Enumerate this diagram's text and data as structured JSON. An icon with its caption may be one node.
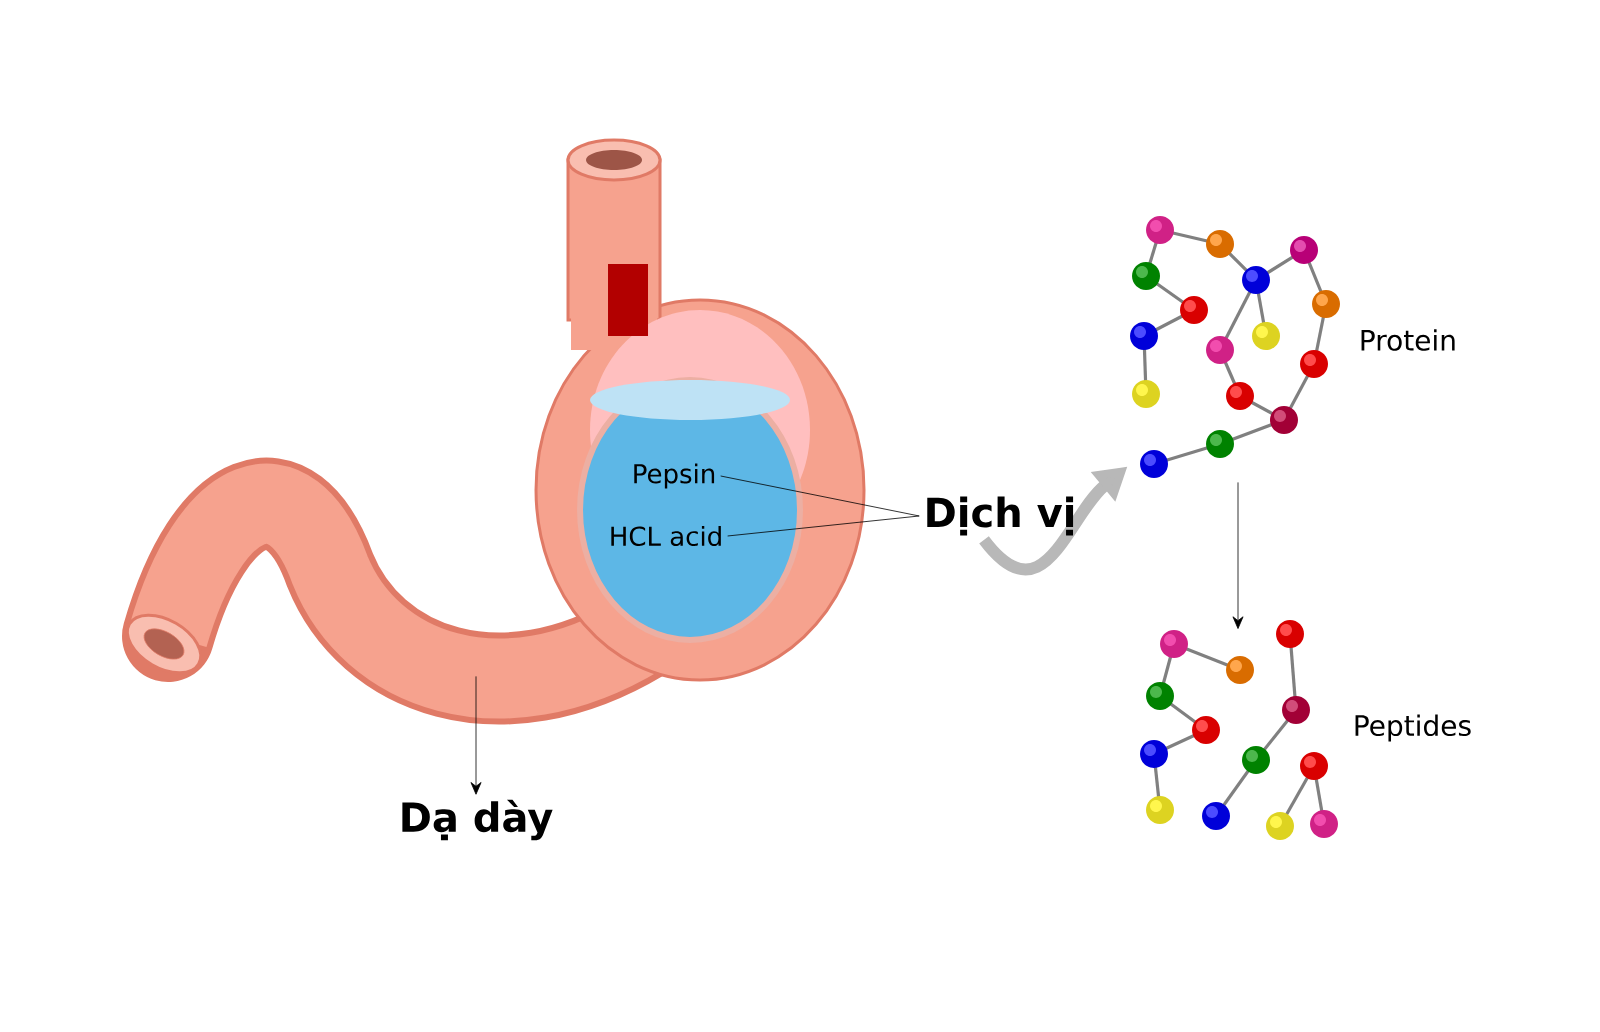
{
  "diagram": {
    "nodes": [
      {
        "text": [],
        "shape": "picture"
      },
      {
        "text": [
          "Dạ dày"
        ]
      },
      {
        "text": [
          "Pepsin"
        ],
        "in": 0
      },
      {
        "text": [
          "HCL acid"
        ],
        "in": 0
      },
      {
        "text": [
          "Dịch vị"
        ]
      },
      {
        "text": [],
        "shape": "picture",
        "beside": [
          "Protein"
        ]
      },
      {
        "text": [],
        "shape": "picture",
        "beside": [
          "Peptides"
        ]
      }
    ],
    "edges": [
      {
        "from": 0,
        "to": 1,
        "arrow": "to"
      },
      {
        "from": 4,
        "to": 2,
        "arrow": "none"
      },
      {
        "from": 4,
        "to": 3,
        "arrow": "none"
      },
      {
        "from": 4,
        "to": 5,
        "arrow": "to",
        "style": "thick",
        "color": "#b8b8b8"
      },
      {
        "from": 5,
        "to": 6,
        "arrow": "to"
      }
    ]
  }
}
